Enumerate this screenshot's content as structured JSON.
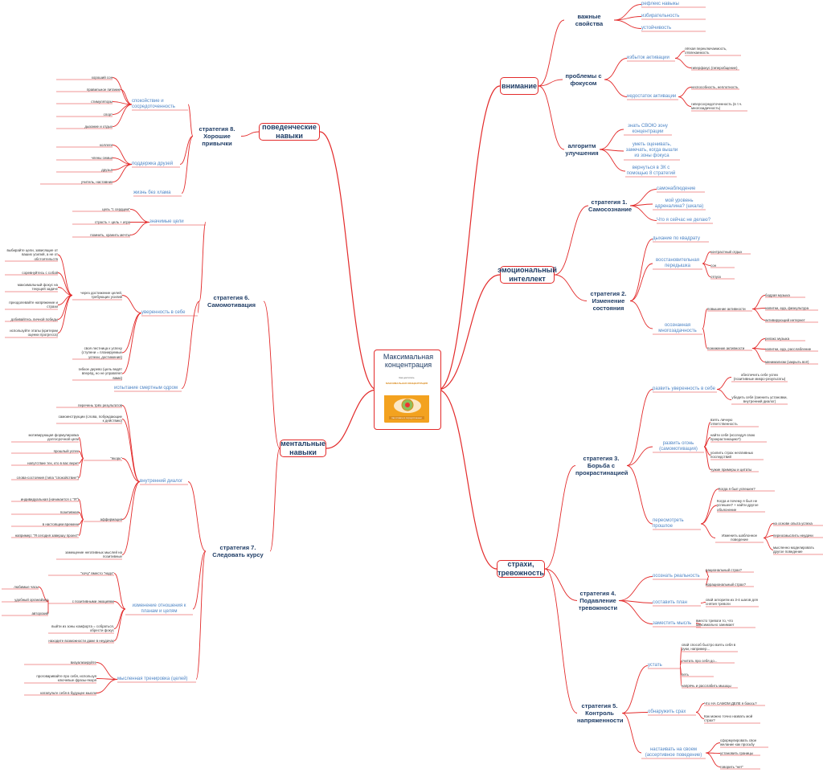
{
  "central": {
    "title": "Максимальная концентрация"
  },
  "book": {
    "top_text": "Как достигать",
    "title_text": "МАКСИМАЛЬНАЯ КОНЦЕНТРАЦИЯ",
    "bottom_text": "Как оставаться сосредоточенным",
    "colors": {
      "cover": "#f3a21f",
      "band": "#ffffff",
      "accent": "#d9891a"
    }
  },
  "colors": {
    "branch": "#e32b2b",
    "strategy": "#1f3d66",
    "subtopic": "#4f86c6",
    "leaf": "#333333"
  },
  "nodes": [
    {
      "id": "attention",
      "kind": "main",
      "text": "внимание",
      "parent": "center"
    },
    {
      "id": "ei",
      "kind": "main",
      "text": "эмоциональный интеллект",
      "parent": "center"
    },
    {
      "id": "fears",
      "kind": "main",
      "text": "страхи, тревожность",
      "parent": "center"
    },
    {
      "id": "behav",
      "kind": "main",
      "text": "поведенческие навыки",
      "parent": "center"
    },
    {
      "id": "mental",
      "kind": "main",
      "text": "ментальные навыки",
      "parent": "center"
    },
    {
      "id": "props",
      "kind": "strat",
      "text": "важные свойства",
      "parent": "attention"
    },
    {
      "id": "props1",
      "kind": "sub",
      "text": "рефлекс навыкы",
      "parent": "props"
    },
    {
      "id": "props2",
      "kind": "sub",
      "text": "избирательность",
      "parent": "props"
    },
    {
      "id": "props3",
      "kind": "sub",
      "text": "устойчивость",
      "parent": "props"
    },
    {
      "id": "focus",
      "kind": "strat",
      "text": "проблемы с фокусом",
      "parent": "attention"
    },
    {
      "id": "excess",
      "kind": "sub",
      "text": "избыток активации",
      "parent": "focus"
    },
    {
      "id": "excess1",
      "kind": "leaf",
      "text": "лёгкая переключаемость, отвлекаемость",
      "parent": "excess"
    },
    {
      "id": "excess2",
      "kind": "leaf",
      "text": "гиперфокус (гиперобщение)",
      "parent": "excess"
    },
    {
      "id": "lack",
      "kind": "sub",
      "text": "недостаток активации",
      "parent": "focus"
    },
    {
      "id": "lack1",
      "kind": "leaf",
      "text": "неспособность, неплотность",
      "parent": "lack"
    },
    {
      "id": "lack2",
      "kind": "leaf",
      "text": "гиперсосредоточенность (в т.ч. многозадачность)",
      "parent": "lack"
    },
    {
      "id": "algo",
      "kind": "strat",
      "text": "алгоритм улучшения",
      "parent": "attention"
    },
    {
      "id": "algo1",
      "kind": "sub",
      "text": "знать СВОЮ зону концентрации",
      "parent": "algo"
    },
    {
      "id": "algo2",
      "kind": "sub",
      "text": "уметь оценивать, замечать, когда вышли из зоны фокуса",
      "parent": "algo"
    },
    {
      "id": "algo3",
      "kind": "sub",
      "text": "вернуться в ЗК с помощью 8 стратегий",
      "parent": "algo"
    },
    {
      "id": "s1",
      "kind": "strat",
      "text": "стратегия 1. Самосознание",
      "parent": "ei"
    },
    {
      "id": "s1a",
      "kind": "sub",
      "text": "самонаблюдение",
      "parent": "s1"
    },
    {
      "id": "s1b",
      "kind": "sub",
      "text": "мой уровень адреналина? (шкала)",
      "parent": "s1"
    },
    {
      "id": "s1c",
      "kind": "sub",
      "text": "Что я сейчас не делаю?",
      "parent": "s1"
    },
    {
      "id": "s2",
      "kind": "strat",
      "text": "стратегия 2. Изменение состояния",
      "parent": "ei"
    },
    {
      "id": "s2a",
      "kind": "sub",
      "text": "дыхание по квадрату",
      "parent": "s2"
    },
    {
      "id": "s2b",
      "kind": "sub",
      "text": "восстановительная передышка",
      "parent": "s2"
    },
    {
      "id": "s2b1",
      "kind": "leaf",
      "text": "контрастный отдых",
      "parent": "s2b"
    },
    {
      "id": "s2b2",
      "kind": "leaf",
      "text": "сон",
      "parent": "s2b"
    },
    {
      "id": "s2b3",
      "kind": "leaf",
      "text": "отпуск",
      "parent": "s2b"
    },
    {
      "id": "s2c",
      "kind": "sub",
      "text": "осознанная многозадачность",
      "parent": "s2"
    },
    {
      "id": "s2c1",
      "kind": "leaf",
      "text": "повышение активности",
      "parent": "s2c"
    },
    {
      "id": "s2c11",
      "kind": "leaf",
      "text": "бодрая музыка",
      "parent": "s2c1"
    },
    {
      "id": "s2c12",
      "kind": "leaf",
      "text": "напитки, еда, физкультура",
      "parent": "s2c1"
    },
    {
      "id": "s2c13",
      "kind": "leaf",
      "text": "активирующий интернет",
      "parent": "s2c1"
    },
    {
      "id": "s2c2",
      "kind": "leaf",
      "text": "понижение активности",
      "parent": "s2c"
    },
    {
      "id": "s2c21",
      "kind": "leaf",
      "text": "релакс музыка",
      "parent": "s2c2"
    },
    {
      "id": "s2c22",
      "kind": "leaf",
      "text": "напитки, еда, расслабление",
      "parent": "s2c2"
    },
    {
      "id": "s2c23",
      "kind": "leaf",
      "text": "минимализм (закрыть всё)",
      "parent": "s2c2"
    },
    {
      "id": "s3",
      "kind": "strat",
      "text": "стратегия 3. Борьба с прокрастинацией",
      "parent": "fears"
    },
    {
      "id": "s3a",
      "kind": "sub",
      "text": "развить уверенность в себе",
      "parent": "s3"
    },
    {
      "id": "s3a1",
      "kind": "leaf",
      "text": "обеспечить себе успех (позитивные микро-результаты)",
      "parent": "s3a"
    },
    {
      "id": "s3a2",
      "kind": "leaf",
      "text": "убедить себя (сменить установки, внутренний диалог)",
      "parent": "s3a"
    },
    {
      "id": "s3b",
      "kind": "sub",
      "text": "развить огонь (самомотивация)",
      "parent": "s3"
    },
    {
      "id": "s3b1",
      "kind": "leaf",
      "text": "взять личную ответственность",
      "parent": "s3b"
    },
    {
      "id": "s3b2",
      "kind": "leaf",
      "text": "найти себя (исследуя свою прокрастинацию?)",
      "parent": "s3b"
    },
    {
      "id": "s3b3",
      "kind": "leaf",
      "text": "усилить страх негативных последствий",
      "parent": "s3b"
    },
    {
      "id": "s3b4",
      "kind": "leaf",
      "text": "чужие примеры и цитаты",
      "parent": "s3b"
    },
    {
      "id": "s3c",
      "kind": "sub",
      "text": "пересмотреть прошлое",
      "parent": "s3"
    },
    {
      "id": "s3c1",
      "kind": "leaf",
      "text": "Когда я был успешен?",
      "parent": "s3c"
    },
    {
      "id": "s3c2",
      "kind": "leaf",
      "text": "Когда и почему я был не успешен? + найти другое объяснение",
      "parent": "s3c"
    },
    {
      "id": "s3c3",
      "kind": "leaf",
      "text": "Изменить шаблонное поведение",
      "parent": "s3c"
    },
    {
      "id": "s3c31",
      "kind": "leaf",
      "text": "на основе опыта успеха",
      "parent": "s3c3"
    },
    {
      "id": "s3c32",
      "kind": "leaf",
      "text": "переосмыслить неудачи",
      "parent": "s3c3"
    },
    {
      "id": "s3c33",
      "kind": "leaf",
      "text": "мысленно моделировать другое поведение",
      "parent": "s3c3"
    },
    {
      "id": "s4",
      "kind": "strat",
      "text": "стратегия 4. Подавление тревожности",
      "parent": "fears"
    },
    {
      "id": "s4a",
      "kind": "sub",
      "text": "осознать реальность",
      "parent": "s4"
    },
    {
      "id": "s4a1",
      "kind": "leaf",
      "text": "рациональный страх?",
      "parent": "s4a"
    },
    {
      "id": "s4a2",
      "kind": "leaf",
      "text": "иррациональный страх?",
      "parent": "s4a"
    },
    {
      "id": "s4b",
      "kind": "sub",
      "text": "составить план",
      "parent": "s4"
    },
    {
      "id": "s4b1",
      "kind": "leaf",
      "text": "свой алгоритм из 3-4 шагов для снятия тревоги",
      "parent": "s4b"
    },
    {
      "id": "s4c",
      "kind": "sub",
      "text": "заместить мысль",
      "parent": "s4"
    },
    {
      "id": "s4c1",
      "kind": "leaf",
      "text": "вместо тревоги то, что максимально занимает",
      "parent": "s4c"
    },
    {
      "id": "s5",
      "kind": "strat",
      "text": "стратегия 5. Контроль напряженности",
      "parent": "fears"
    },
    {
      "id": "s5a",
      "kind": "sub",
      "text": "устать",
      "parent": "s5"
    },
    {
      "id": "s5a1",
      "kind": "leaf",
      "text": "свой способ быстро взять себя в руки, например...",
      "parent": "s5a"
    },
    {
      "id": "s5a2",
      "kind": "leaf",
      "text": "считать про себя до...",
      "parent": "s5a"
    },
    {
      "id": "s5a3",
      "kind": "leaf",
      "text": "петь",
      "parent": "s5a"
    },
    {
      "id": "s5a4",
      "kind": "leaf",
      "text": "напрячь и расслабить мышцы",
      "parent": "s5a"
    },
    {
      "id": "s5b",
      "kind": "sub",
      "text": "обнаружить срах",
      "parent": "s5"
    },
    {
      "id": "s5b1",
      "kind": "leaf",
      "text": "Что НА САМОМ ДЕЛЕ я боюсь?",
      "parent": "s5b"
    },
    {
      "id": "s5b2",
      "kind": "leaf",
      "text": "Как можно точно назвать мой страх?",
      "parent": "s5b"
    },
    {
      "id": "s5c",
      "kind": "sub",
      "text": "настаивать на своем (ассертивное поведение)",
      "parent": "s5"
    },
    {
      "id": "s5c1",
      "kind": "leaf",
      "text": "сформулировать свое желание как просьбу",
      "parent": "s5c"
    },
    {
      "id": "s5c2",
      "kind": "leaf",
      "text": "установить границы",
      "parent": "s5c"
    },
    {
      "id": "s5c3",
      "kind": "leaf",
      "text": "говорить \"нет\"",
      "parent": "s5c"
    },
    {
      "id": "s8",
      "kind": "strat",
      "text": "стратегия 8. Хорошие привычки",
      "parent": "behav"
    },
    {
      "id": "s8a",
      "kind": "sub",
      "text": "спокойствие и сосредоточенность",
      "parent": "s8"
    },
    {
      "id": "s8a1",
      "kind": "leaf",
      "text": "хороший сон",
      "parent": "s8a"
    },
    {
      "id": "s8a2",
      "kind": "leaf",
      "text": "правильное питание",
      "parent": "s8a"
    },
    {
      "id": "s8a3",
      "kind": "leaf",
      "text": "стимуляторы",
      "parent": "s8a"
    },
    {
      "id": "s8a4",
      "kind": "leaf",
      "text": "спорт",
      "parent": "s8a"
    },
    {
      "id": "s8a5",
      "kind": "leaf",
      "text": "дыхание и отдых",
      "parent": "s8a"
    },
    {
      "id": "s8b",
      "kind": "sub",
      "text": "поддержка друзей",
      "parent": "s8"
    },
    {
      "id": "s8b1",
      "kind": "leaf",
      "text": "коллеги",
      "parent": "s8b"
    },
    {
      "id": "s8b2",
      "kind": "leaf",
      "text": "члены семьи",
      "parent": "s8b"
    },
    {
      "id": "s8b3",
      "kind": "leaf",
      "text": "друзья",
      "parent": "s8b"
    },
    {
      "id": "s8b4",
      "kind": "leaf",
      "text": "учитель, наставник",
      "parent": "s8b"
    },
    {
      "id": "s8c",
      "kind": "sub",
      "text": "жизнь без хлама",
      "parent": "s8"
    },
    {
      "id": "s6",
      "kind": "strat",
      "text": "стратегия 6. Самомотивация",
      "parent": "mental"
    },
    {
      "id": "s6a",
      "kind": "sub",
      "text": "значимые цели",
      "parent": "s6"
    },
    {
      "id": "s6a1",
      "kind": "leaf",
      "text": "цель \"с сердцем\"",
      "parent": "s6a"
    },
    {
      "id": "s6a2",
      "kind": "leaf",
      "text": "страсть + цель + игра",
      "parent": "s6a"
    },
    {
      "id": "s6a3",
      "kind": "leaf",
      "text": "помнить, хранить мечты",
      "parent": "s6a"
    },
    {
      "id": "s6b",
      "kind": "sub",
      "text": "уверенность в себе",
      "parent": "s6"
    },
    {
      "id": "s6b1",
      "kind": "leaf",
      "text": "через достижение целей, требующих усилий",
      "parent": "s6b"
    },
    {
      "id": "s6b11",
      "kind": "leaf",
      "text": "выбирайте цели, зависящие от ваших усилий, а не от обстоятельств",
      "parent": "s6b1"
    },
    {
      "id": "s6b12",
      "kind": "leaf",
      "text": "соревнуйтесь с собой",
      "parent": "s6b1"
    },
    {
      "id": "s6b13",
      "kind": "leaf",
      "text": "максимальный фокус на текущей задаче",
      "parent": "s6b1"
    },
    {
      "id": "s6b14",
      "kind": "leaf",
      "text": "преодолевайте напряжение и страхи",
      "parent": "s6b1"
    },
    {
      "id": "s6b15",
      "kind": "leaf",
      "text": "добивайтесь личной победы",
      "parent": "s6b1"
    },
    {
      "id": "s6b16",
      "kind": "leaf",
      "text": "используйте этапы (критерии оценки прогресса)",
      "parent": "s6b1"
    },
    {
      "id": "s6b2",
      "kind": "leaf",
      "text": "своя лестница к успеху (ступени = планируемые успехи, достижения)",
      "parent": "s6b"
    },
    {
      "id": "s6b3",
      "kind": "leaf",
      "text": "гибкое дерево (цель ведёт вперёд, но не управляет вами)",
      "parent": "s6b"
    },
    {
      "id": "s6c",
      "kind": "sub",
      "text": "испытание смертным одром",
      "parent": "s6"
    },
    {
      "id": "s7",
      "kind": "strat",
      "text": "стратегия 7. Следовать курсу",
      "parent": "mental"
    },
    {
      "id": "s7a",
      "kind": "sub",
      "text": "внутренний диалог",
      "parent": "s7"
    },
    {
      "id": "s7a1",
      "kind": "leaf",
      "text": "перечень трёх результатов",
      "parent": "s7a"
    },
    {
      "id": "s7a2",
      "kind": "leaf",
      "text": "самоинструкции (слова, побуждающие к действию)",
      "parent": "s7a"
    },
    {
      "id": "s7a3",
      "kind": "leaf",
      "text": "\"якорь\"",
      "parent": "s7a"
    },
    {
      "id": "s7a31",
      "kind": "leaf",
      "text": "мотивирующая формулировка долгосрочной цели",
      "parent": "s7a3"
    },
    {
      "id": "s7a32",
      "kind": "leaf",
      "text": "прошлый успех",
      "parent": "s7a3"
    },
    {
      "id": "s7a33",
      "kind": "leaf",
      "text": "напутствие тех, кто в вас верит",
      "parent": "s7a3"
    },
    {
      "id": "s7a34",
      "kind": "leaf",
      "text": "слова-состояния (типа \"спокойствие\")",
      "parent": "s7a3"
    },
    {
      "id": "s7a4",
      "kind": "leaf",
      "text": "аффирмация",
      "parent": "s7a"
    },
    {
      "id": "s7a41",
      "kind": "leaf",
      "text": "индивидуальная (начинается с \"Я\")",
      "parent": "s7a4"
    },
    {
      "id": "s7a42",
      "kind": "leaf",
      "text": "позитивная",
      "parent": "s7a4"
    },
    {
      "id": "s7a43",
      "kind": "leaf",
      "text": "в настоящем времени",
      "parent": "s7a4"
    },
    {
      "id": "s7a44",
      "kind": "leaf",
      "text": "например: \"Я сегодня завершу проект\"",
      "parent": "s7a4"
    },
    {
      "id": "s7a5",
      "kind": "leaf",
      "text": "замещение негативных мыслей на позитивные",
      "parent": "s7a"
    },
    {
      "id": "s7b",
      "kind": "sub",
      "text": "изменение отношения к планам и целям",
      "parent": "s7"
    },
    {
      "id": "s7b1",
      "kind": "leaf",
      "text": "\"хочу\" вместо \"надо\"",
      "parent": "s7b"
    },
    {
      "id": "s7b2",
      "kind": "leaf",
      "text": "с позитивными эмоциями",
      "parent": "s7b"
    },
    {
      "id": "s7b21",
      "kind": "leaf",
      "text": "любимые часы",
      "parent": "s7b2"
    },
    {
      "id": "s7b22",
      "kind": "leaf",
      "text": "удобный органайзер",
      "parent": "s7b2"
    },
    {
      "id": "s7b23",
      "kind": "leaf",
      "text": "авторский",
      "parent": "s7b2"
    },
    {
      "id": "s7b3",
      "kind": "leaf",
      "text": "выйти из зоны комфорта = собраться, обрести фокус",
      "parent": "s7b"
    },
    {
      "id": "s7b4",
      "kind": "leaf",
      "text": "находите возможности даже в неудачах",
      "parent": "s7b"
    },
    {
      "id": "s7c",
      "kind": "sub",
      "text": "мысленная тренировка (целей)",
      "parent": "s7"
    },
    {
      "id": "s7c1",
      "kind": "leaf",
      "text": "визуализируйте",
      "parent": "s7c"
    },
    {
      "id": "s7c2",
      "kind": "leaf",
      "text": "проговаривайте про себя, используя ключевые фразы-якоря",
      "parent": "s7c"
    },
    {
      "id": "s7c3",
      "kind": "leaf",
      "text": "катапульте себя в будущее мысли",
      "parent": "s7c"
    }
  ]
}
